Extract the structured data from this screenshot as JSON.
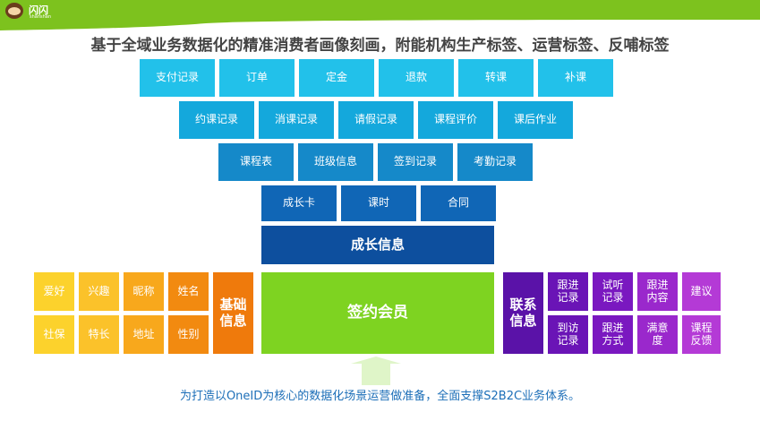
{
  "logo": {
    "name": "闪闪",
    "sub": "shanshan"
  },
  "title": "基于全域业务数据化的精准消费者画像刻画，附能机构生产标签、运营标签、反哺标签",
  "rows": [
    [
      "支付记录",
      "订单",
      "定金",
      "退款",
      "转课",
      "补课"
    ],
    [
      "约课记录",
      "消课记录",
      "请假记录",
      "课程评价",
      "课后作业"
    ],
    [
      "课程表",
      "班级信息",
      "签到记录",
      "考勤记录"
    ],
    [
      "成长卡",
      "课时",
      "合同"
    ]
  ],
  "growth": "成长信息",
  "basic": {
    "label": "基础信息",
    "items": [
      "爱好",
      "兴趣",
      "昵称",
      "姓名",
      "社保",
      "特长",
      "地址",
      "性别"
    ]
  },
  "member": "签约会员",
  "contact": {
    "label": "联系信息",
    "items": [
      "跟进记录",
      "试听记录",
      "跟进内容",
      "建议",
      "到访记录",
      "跟进方式",
      "满意度",
      "课程反馈"
    ]
  },
  "footer": "为打造以OneID为核心的数据化场景运营做准备，全面支撑S2B2C业务体系。",
  "colors": {
    "row0": "#22c1ea",
    "row1": "#14a8dc",
    "row2": "#1589c9",
    "row3": "#1066b6",
    "growth": "#0d4f9e",
    "green": "#7ed321"
  }
}
